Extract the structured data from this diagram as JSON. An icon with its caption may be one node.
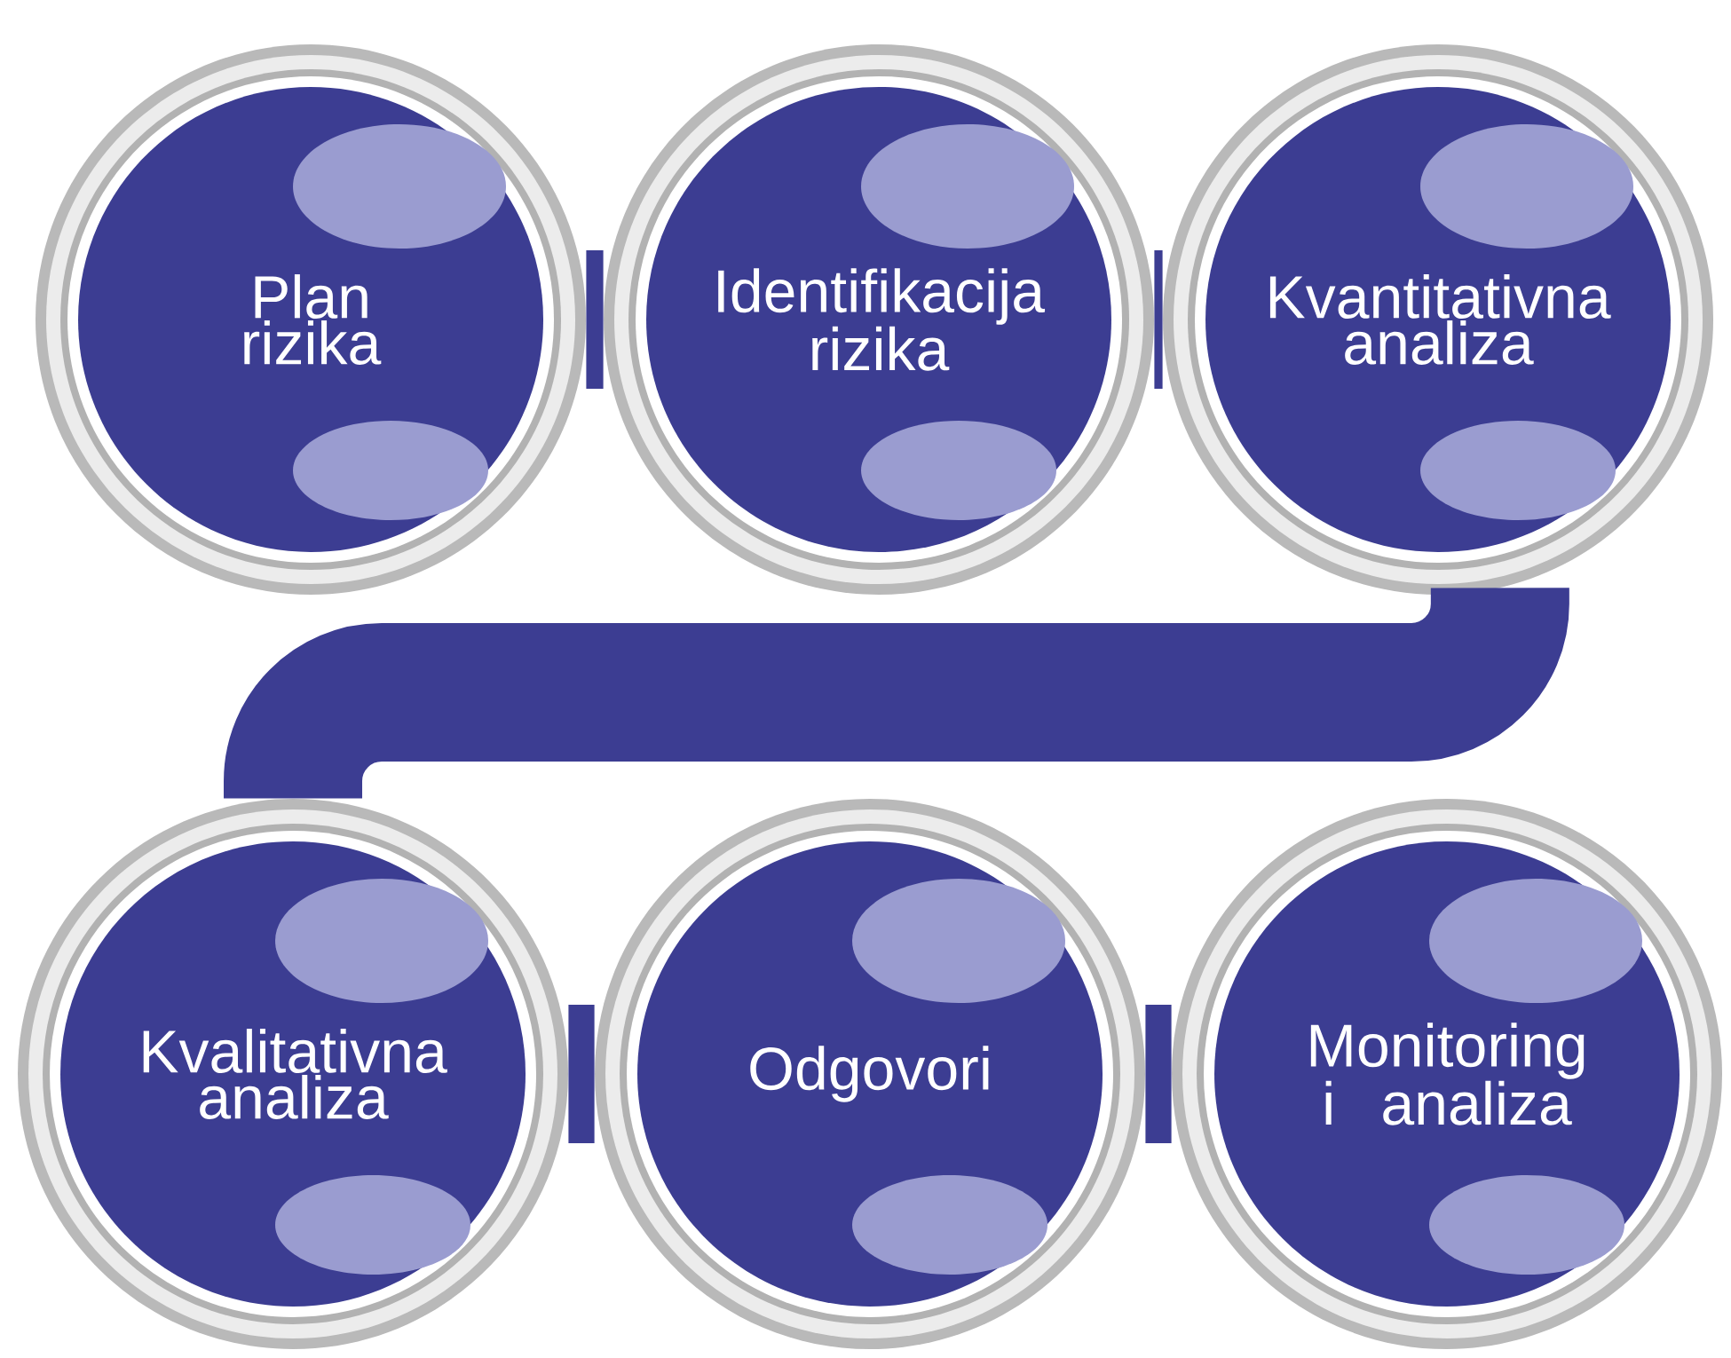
{
  "diagram": {
    "nodes": [
      {
        "text": [
          "Plan rizika"
        ]
      },
      {
        "text": [
          "Identifikacija rizika"
        ]
      },
      {
        "text": [
          "Kvantitativna analiza"
        ]
      },
      {
        "text": [
          "Kvalitativna analiza"
        ]
      },
      {
        "text": [
          "Odgovori"
        ]
      },
      {
        "text": [
          "Monitoring i analiza"
        ]
      }
    ],
    "edges": [
      {
        "from": 0,
        "to": 1,
        "arrow": "none"
      },
      {
        "from": 1,
        "to": 2,
        "arrow": "none"
      },
      {
        "from": 2,
        "to": 3,
        "arrow": "none"
      },
      {
        "from": 3,
        "to": 4,
        "arrow": "none"
      },
      {
        "from": 4,
        "to": 5,
        "arrow": "none"
      }
    ]
  }
}
